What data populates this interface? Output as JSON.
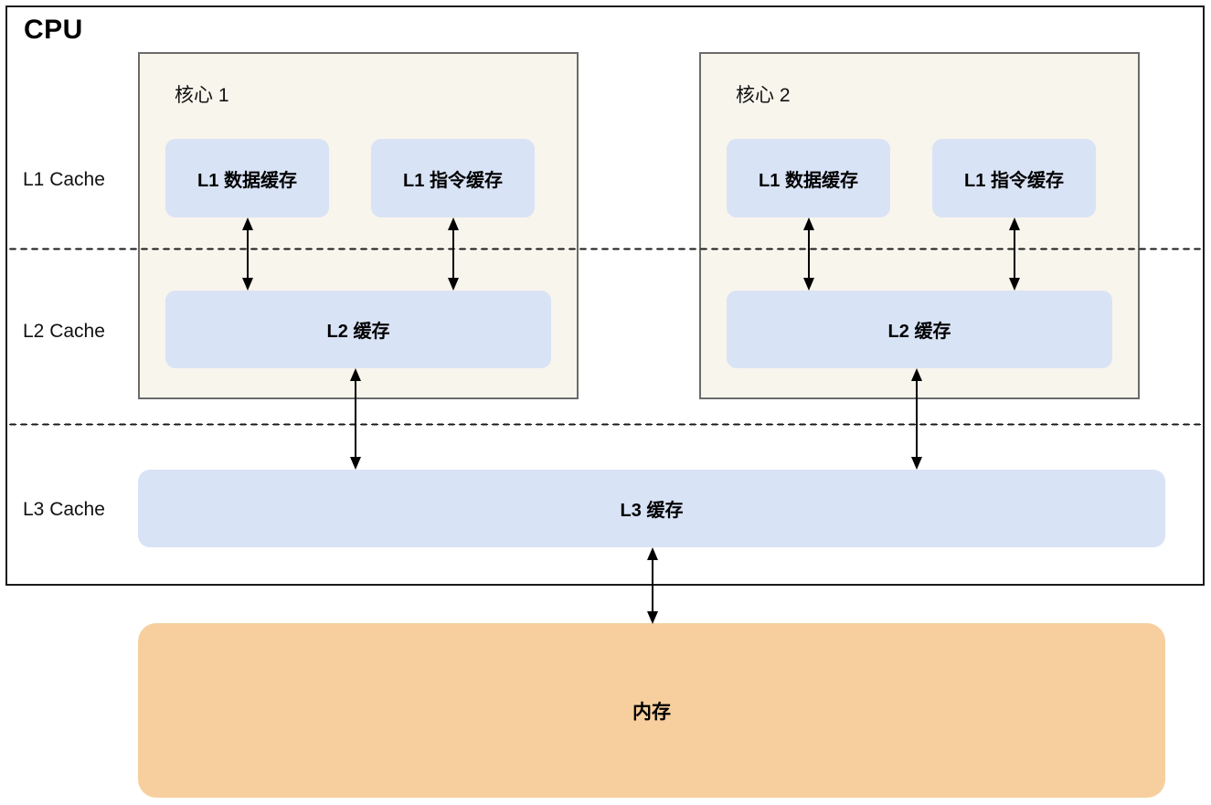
{
  "diagram": {
    "title": "CPU",
    "tier_labels": [
      {
        "id": "l1",
        "text": "L1 Cache"
      },
      {
        "id": "l2",
        "text": "L2 Cache"
      },
      {
        "id": "l3",
        "text": "L3 Cache"
      }
    ],
    "cores": [
      {
        "title": "核心 1",
        "l1_data": "L1 数据缓存",
        "l1_instruction": "L1 指令缓存",
        "l2": "L2 缓存"
      },
      {
        "title": "核心 2",
        "l1_data": "L1 数据缓存",
        "l1_instruction": "L1 指令缓存",
        "l2": "L2 缓存"
      }
    ],
    "shared": {
      "l3": "L3 缓存",
      "memory": "内存"
    },
    "colors": {
      "cache_fill": "#d9e3f6",
      "core_fill": "#f8f5ec",
      "core_border": "#6b6b6b",
      "memory_fill": "#f7cf9e",
      "cpu_border": "#1a1a1a",
      "page_background": "#ffffff",
      "text": "#000000"
    }
  }
}
